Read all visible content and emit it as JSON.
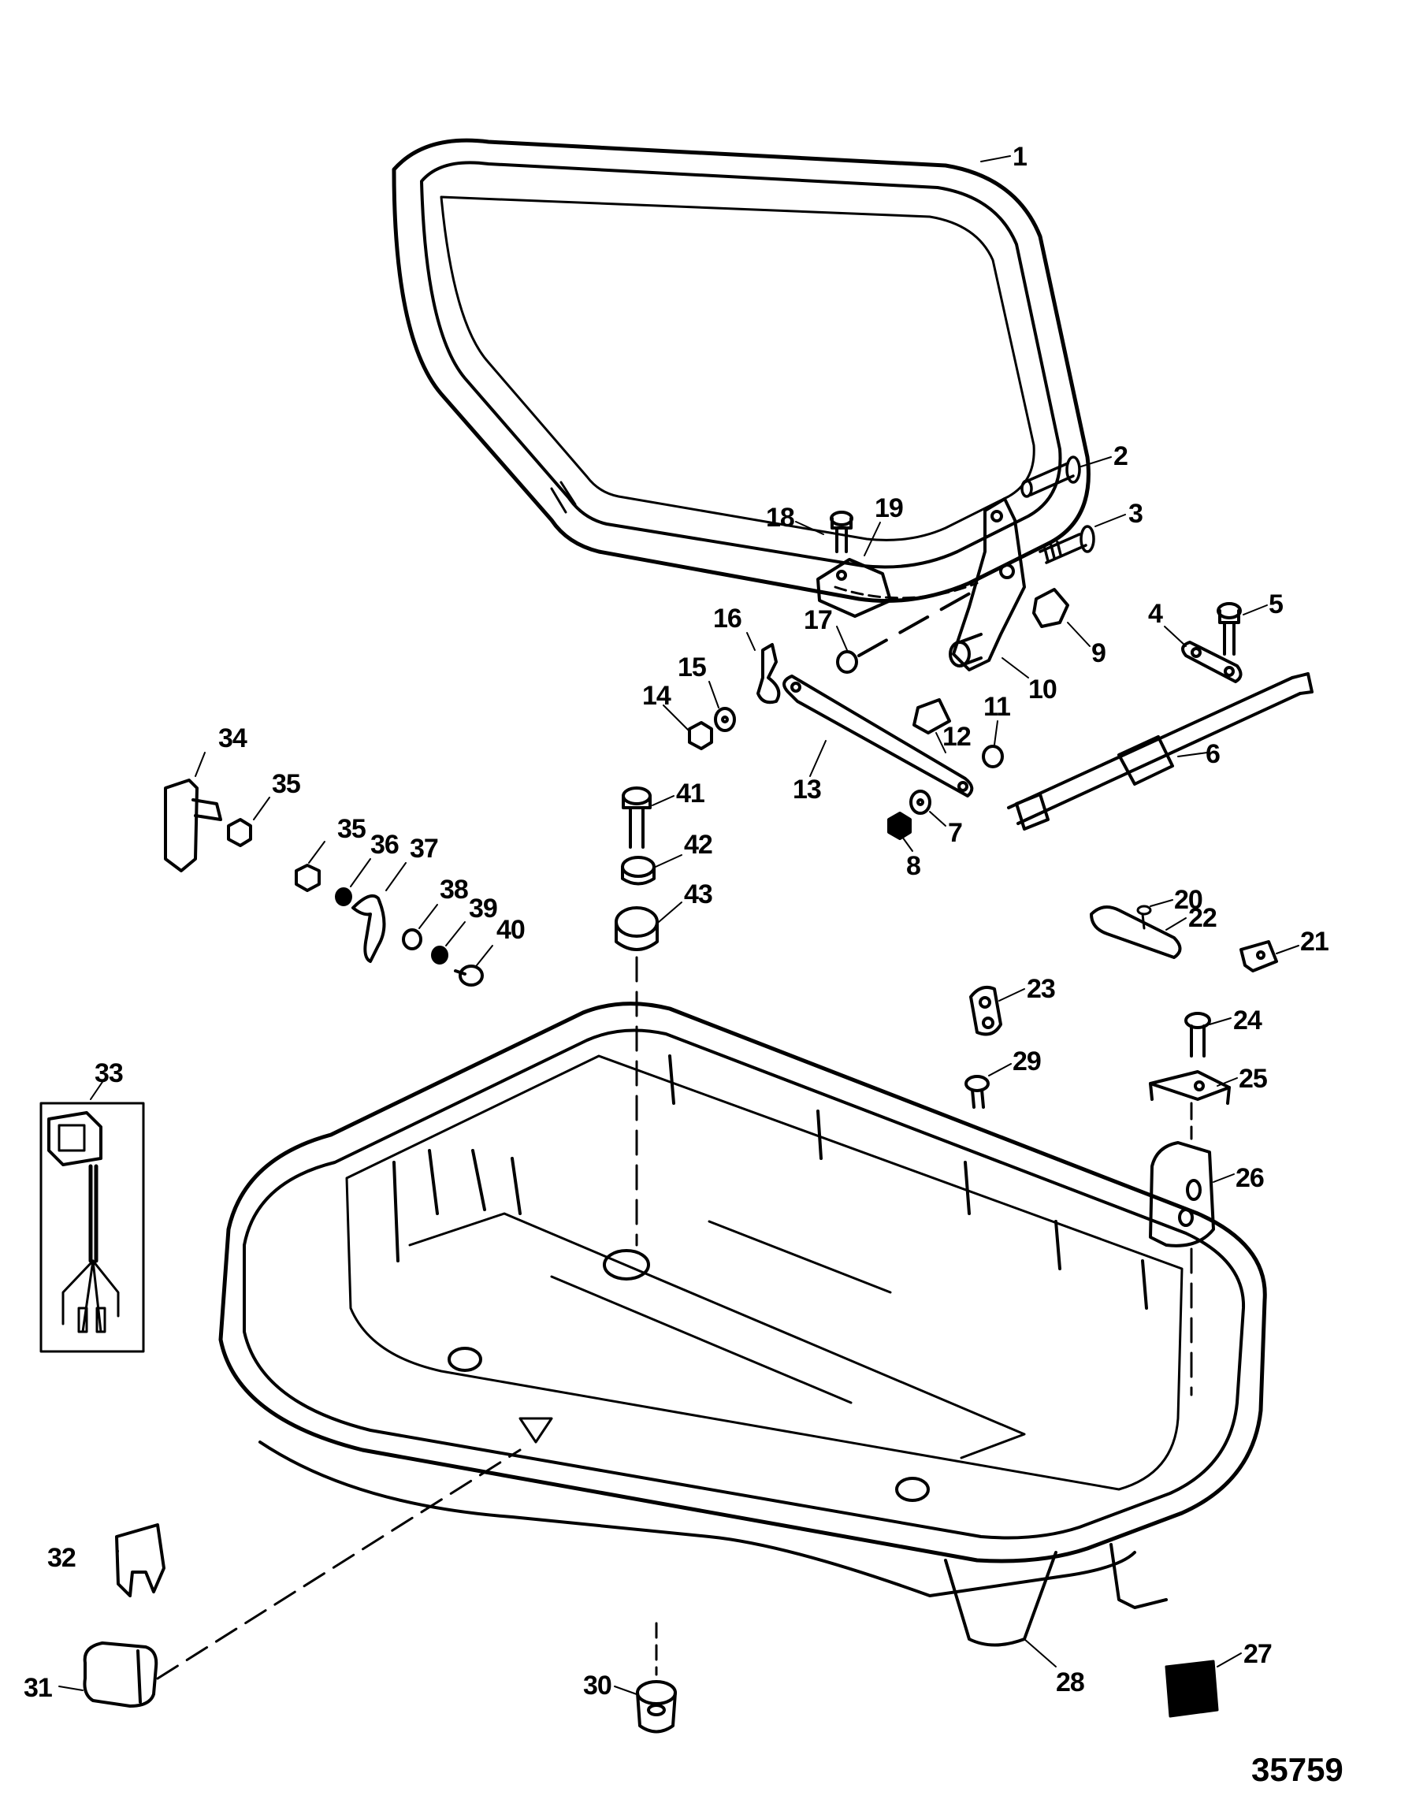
{
  "diagram": {
    "type": "exploded-parts-diagram",
    "subject": "Bottom cowl assembly",
    "figure_id": "35759",
    "colors": {
      "line": "#000000",
      "background": "#ffffff"
    },
    "callouts": [
      {
        "id": "1",
        "part": "top-seal"
      },
      {
        "id": "2",
        "part": "pin"
      },
      {
        "id": "3",
        "part": "screw"
      },
      {
        "id": "4",
        "part": "plate"
      },
      {
        "id": "5",
        "part": "screw"
      },
      {
        "id": "6",
        "part": "shift-shaft"
      },
      {
        "id": "7",
        "part": "washer"
      },
      {
        "id": "8",
        "part": "nut"
      },
      {
        "id": "9",
        "part": "bushing"
      },
      {
        "id": "10",
        "part": "lever"
      },
      {
        "id": "11",
        "part": "bushing"
      },
      {
        "id": "12",
        "part": "bushing"
      },
      {
        "id": "13",
        "part": "link"
      },
      {
        "id": "14",
        "part": "nut"
      },
      {
        "id": "15",
        "part": "washer"
      },
      {
        "id": "16",
        "part": "stud"
      },
      {
        "id": "17",
        "part": "bushing"
      },
      {
        "id": "18",
        "part": "screw"
      },
      {
        "id": "19",
        "part": "retainer"
      },
      {
        "id": "20",
        "part": "screw"
      },
      {
        "id": "21",
        "part": "clip"
      },
      {
        "id": "22",
        "part": "grommet"
      },
      {
        "id": "23",
        "part": "grommet"
      },
      {
        "id": "24",
        "part": "screw"
      },
      {
        "id": "25",
        "part": "bracket"
      },
      {
        "id": "26",
        "part": "seal"
      },
      {
        "id": "27",
        "part": "decal"
      },
      {
        "id": "28",
        "part": "bottom-cowl"
      },
      {
        "id": "29",
        "part": "screw"
      },
      {
        "id": "30",
        "part": "grommet"
      },
      {
        "id": "31",
        "part": "plug"
      },
      {
        "id": "32",
        "part": "clip"
      },
      {
        "id": "33",
        "part": "switch-harness"
      },
      {
        "id": "34",
        "part": "latch-handle"
      },
      {
        "id": "35a",
        "label": "35",
        "part": "nut"
      },
      {
        "id": "35b",
        "label": "35",
        "part": "nut"
      },
      {
        "id": "36",
        "part": "washer"
      },
      {
        "id": "37",
        "part": "latch-hook"
      },
      {
        "id": "38",
        "part": "washer"
      },
      {
        "id": "39",
        "part": "washer"
      },
      {
        "id": "40",
        "part": "screw"
      },
      {
        "id": "41",
        "part": "screw"
      },
      {
        "id": "42",
        "part": "bushing"
      },
      {
        "id": "43",
        "part": "grommet"
      }
    ]
  }
}
